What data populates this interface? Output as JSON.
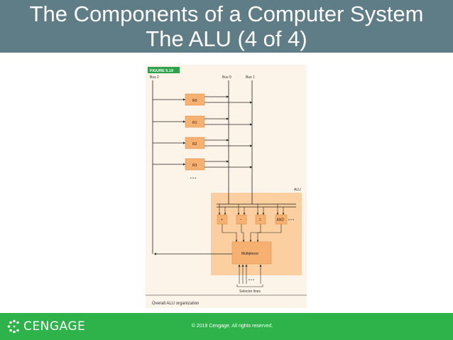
{
  "slide": {
    "title_line1": "The Components of a Computer System",
    "title_line2": "The ALU (4 of 4)"
  },
  "figure": {
    "label": "FIGURE 5.19",
    "bus2_label": "Bus 2",
    "bus0_label": "Bus 0",
    "bus1_label": "Bus 1",
    "registers": [
      "R0",
      "R1",
      "R2",
      "R3"
    ],
    "register_ellipsis": "• • •",
    "alu_label": "ALU",
    "operations": [
      "+",
      "−",
      "=",
      "AND"
    ],
    "operations_ellipsis": "• • •",
    "multiplexor_label": "Multiplexor",
    "selector_ellipsis": "• • •",
    "selector_label": "Selector lines",
    "caption": "Overall ALU organization"
  },
  "footer": {
    "logo_text": "CENGAGE",
    "copyright": "© 2019 Cengage. All rights reserved."
  },
  "colors": {
    "title_bar": "#5e7d86",
    "footer": "#2db34a",
    "figure_bg": "#fdf4e9",
    "figure_label_bg": "#2fa14a",
    "register_box": "#f6b170",
    "alu_region": "#fbcf9f",
    "multiplexor_box": "#f6b170"
  }
}
